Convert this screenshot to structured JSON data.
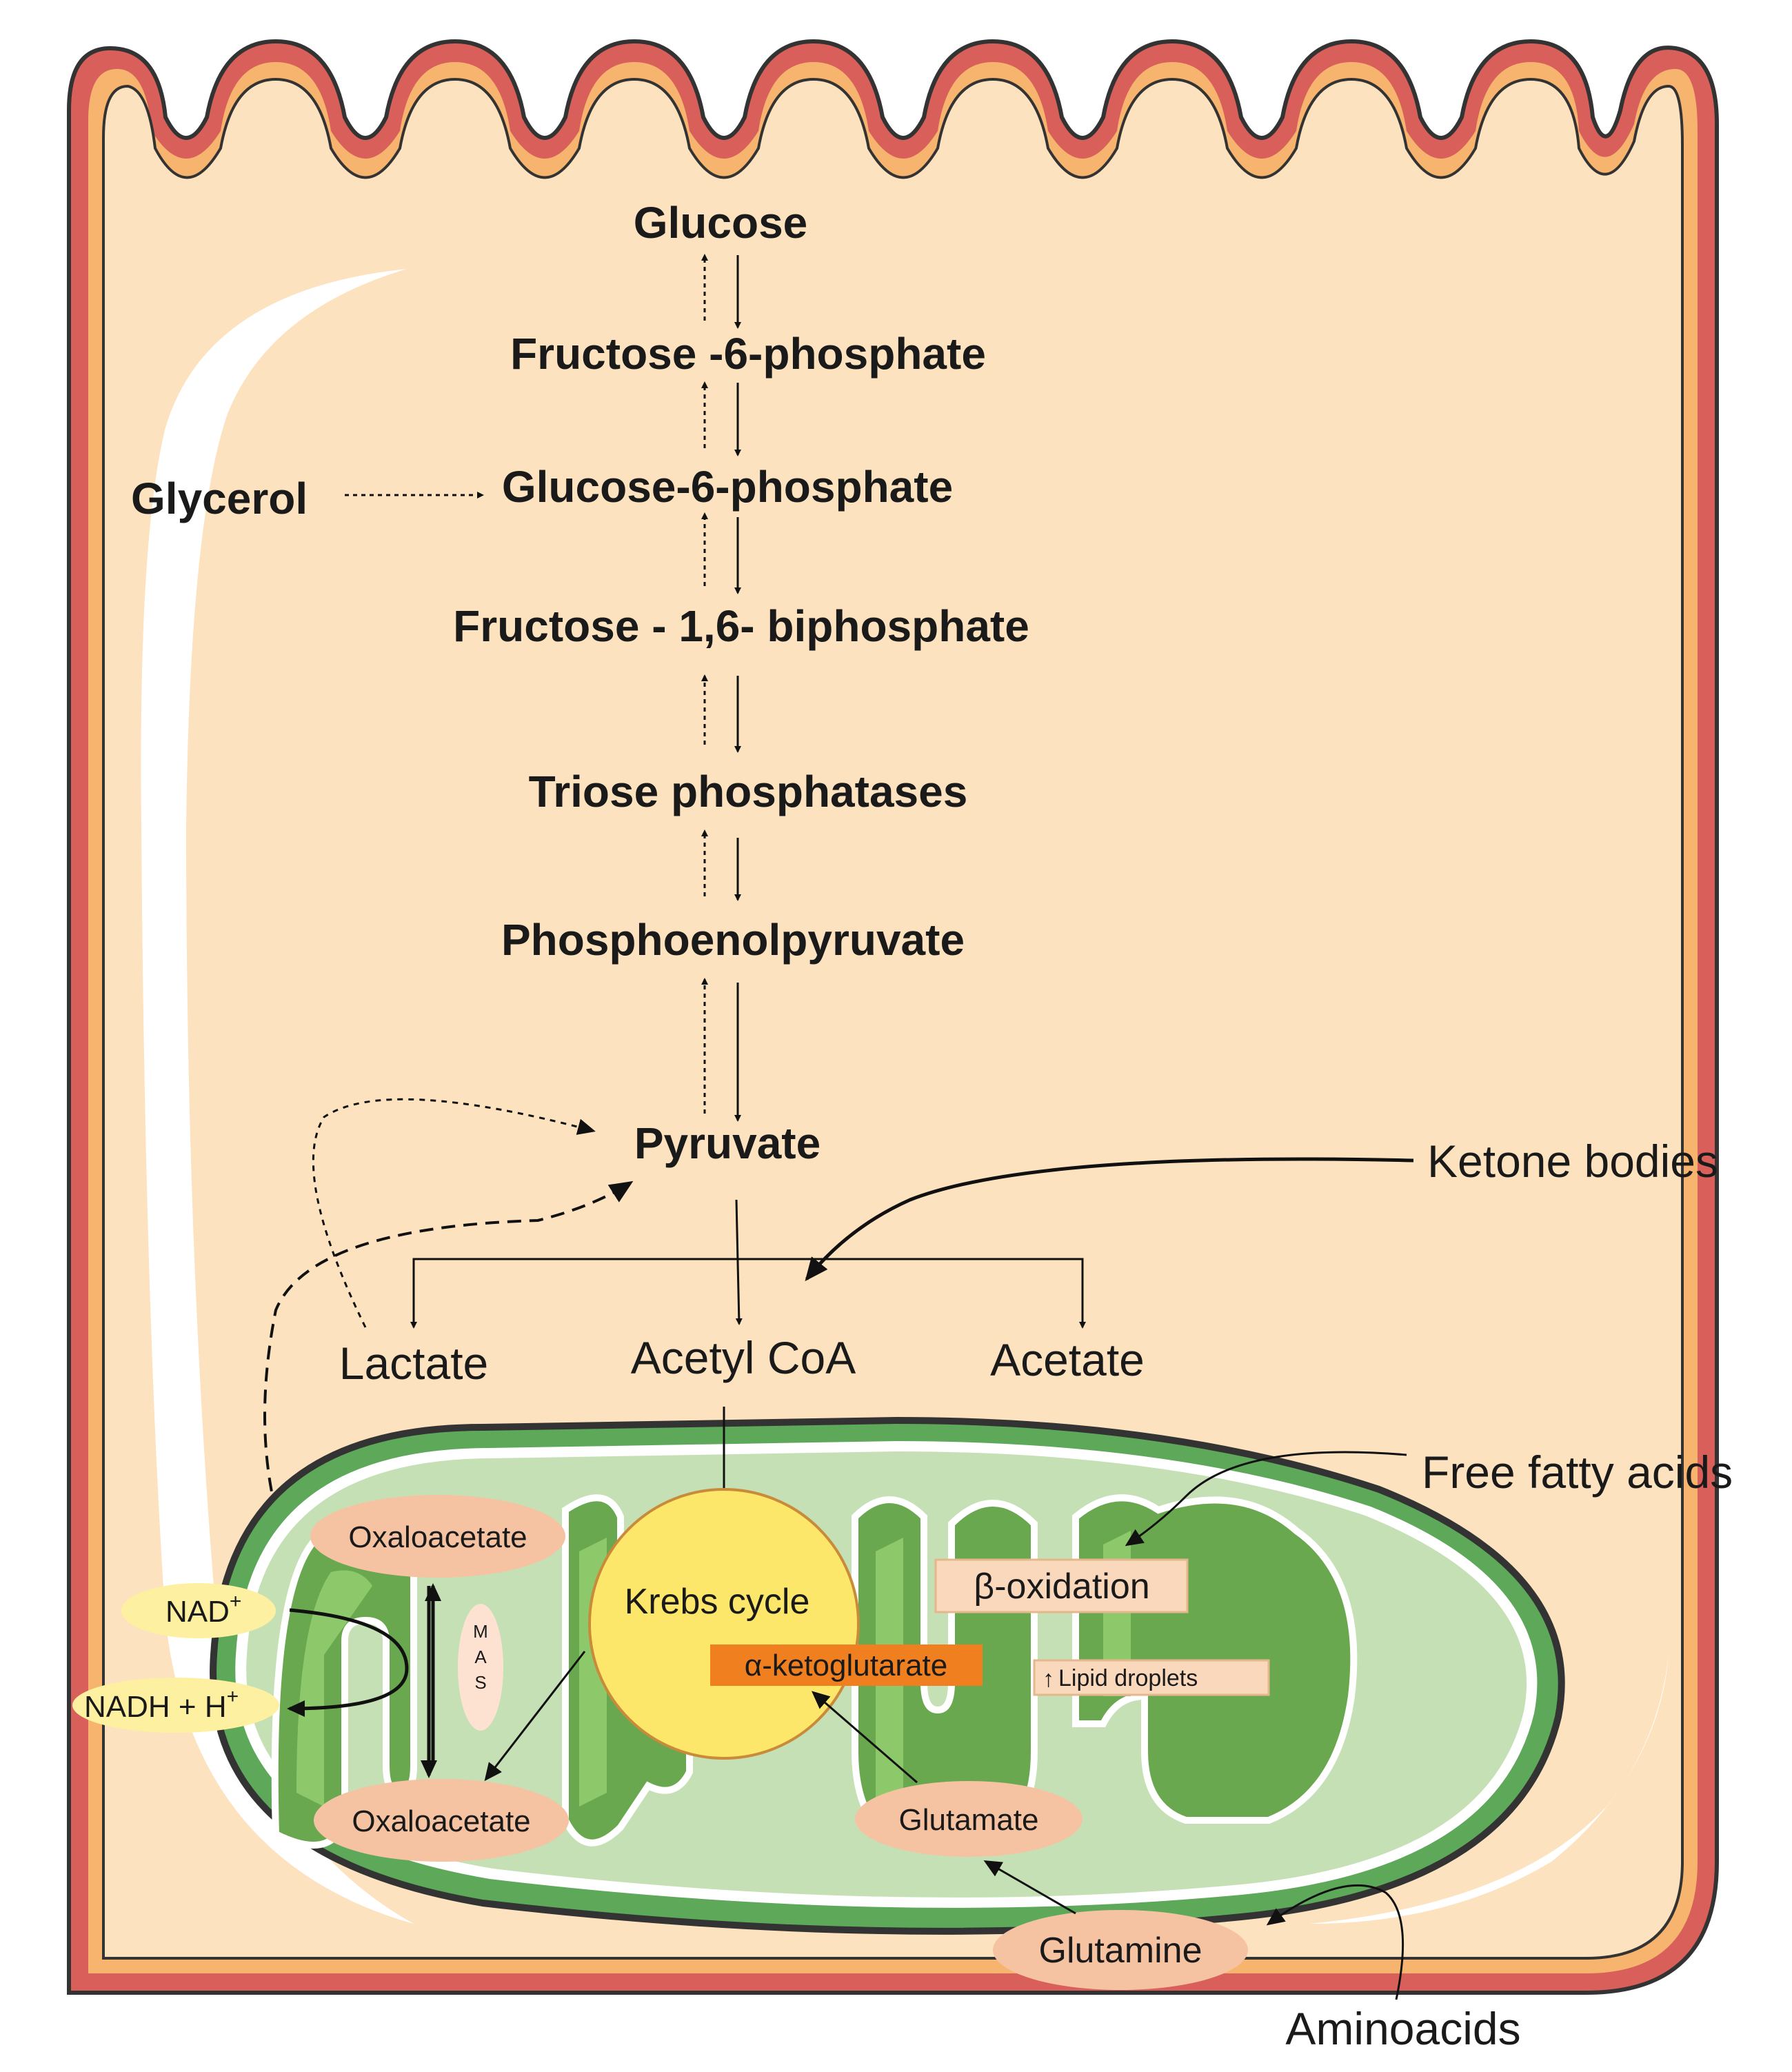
{
  "pathway": {
    "glucose": "Glucose",
    "f6p": "Fructose -6-phosphate",
    "g6p": "Glucose-6-phosphate",
    "f16bp": "Fructose - 1,6- biphosphate",
    "triose": "Triose phosphatases",
    "pep": "Phosphoenolpyruvate",
    "pyruvate": "Pyruvate"
  },
  "glycerol": "Glycerol",
  "products": {
    "lactate": "Lactate",
    "acetyl_coa": "Acetyl CoA",
    "acetate": "Acetate"
  },
  "external": {
    "ketone": "Ketone bodies",
    "ffa": "Free fatty acids",
    "aminoacids": "Aminoacids"
  },
  "mito": {
    "oxaloacetate_top": "Oxaloacetate",
    "oxaloacetate_bottom": "Oxaloacetate",
    "nad": "NAD",
    "nad_sup": "+",
    "nadh": "NADH + H",
    "nadh_sup": "+",
    "mas": [
      "M",
      "A",
      "S"
    ],
    "krebs": "Krebs cycle",
    "akg": "α-ketoglutarate",
    "beta_ox": "β-oxidation",
    "lipid_arrow": "↑",
    "lipid": "Lipid droplets",
    "glutamate": "Glutamate",
    "glutamine": "Glutamine"
  },
  "colors": {
    "membrane_outer": "#d9605a",
    "membrane_inner": "#f7b46e",
    "cytoplasm": "#fde2bf",
    "mito_outer": "#5ea85a",
    "mito_inner": "#c5e0b4",
    "cristae": "#6aa84f",
    "krebs": "#fde76a",
    "akg": "#f07f1f",
    "ellipse": "#f6c3a2"
  }
}
